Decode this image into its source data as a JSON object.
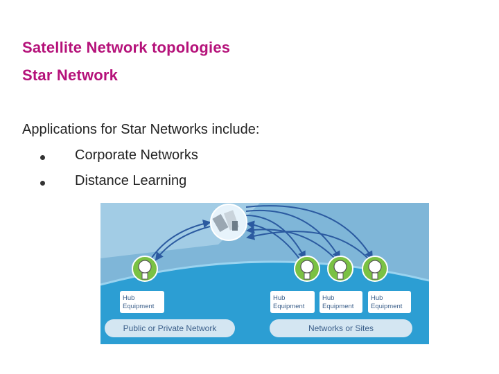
{
  "slide": {
    "title_line1": "Satellite Network topologies",
    "title_line2": "Star Network",
    "intro": "Applications for Star Networks include:",
    "bullets": [
      "Corporate Networks",
      "Distance Learning"
    ]
  },
  "diagram": {
    "hub_label_line1": "Hub",
    "hub_label_line2": "Equipment",
    "site_labels": [
      {
        "line1": "Hub",
        "line2": "Equipment"
      },
      {
        "line1": "Hub",
        "line2": "Equipment"
      },
      {
        "line1": "Hub",
        "line2": "Equipment"
      }
    ],
    "left_band_label": "Public or Private Network",
    "right_band_label": "Networks or Sites",
    "colors": {
      "sky": "#7fb6d8",
      "ground": "#2c9ed3",
      "dish_green": "#7ac143",
      "arrow": "#2b5aa0",
      "title": "#b5127a"
    },
    "icons": [
      "satellite-icon",
      "dish-icon"
    ]
  }
}
